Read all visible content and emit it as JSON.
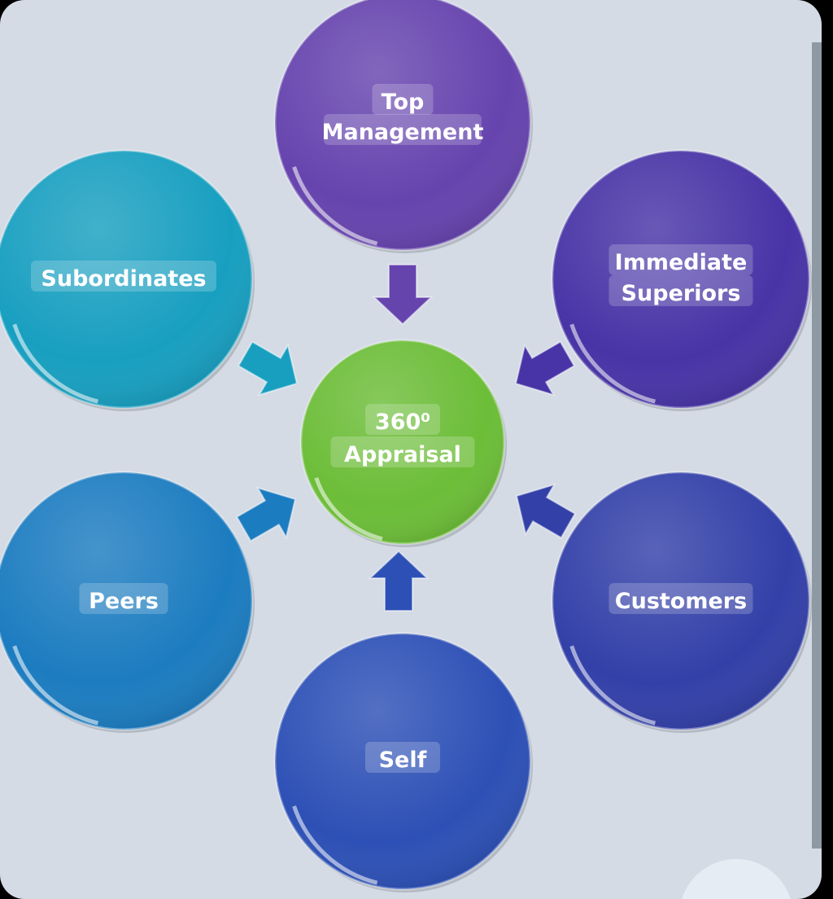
{
  "diagram": {
    "center": {
      "lines": [
        "360⁰",
        "Appraisal"
      ],
      "color": "#6cbd38"
    },
    "nodes": [
      {
        "id": "top-management",
        "lines": [
          "Top",
          "Management"
        ],
        "color": "#6644ae"
      },
      {
        "id": "immediate-superiors",
        "lines": [
          "Immediate",
          "Superiors"
        ],
        "color": "#4834a6"
      },
      {
        "id": "customers",
        "lines": [
          "Customers"
        ],
        "color": "#3340a8"
      },
      {
        "id": "self",
        "lines": [
          "Self"
        ],
        "color": "#2d50b6"
      },
      {
        "id": "peers",
        "lines": [
          "Peers"
        ],
        "color": "#1c7cc0"
      },
      {
        "id": "subordinates",
        "lines": [
          "Subordinates"
        ],
        "color": "#189fc0"
      }
    ],
    "background": "#d4dbe5"
  }
}
